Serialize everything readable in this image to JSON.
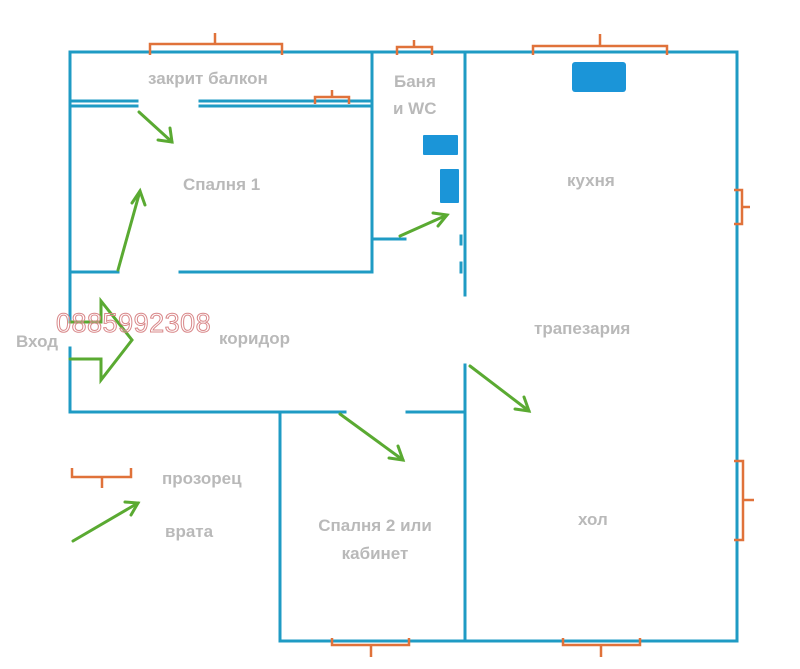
{
  "rooms": {
    "balcony": "закрит балкон",
    "bathroom_line1": "Баня",
    "bathroom_line2": "и WC",
    "bedroom1": "Спалня 1",
    "kitchen": "кухня",
    "dining": "трапезария",
    "corridor": "коридор",
    "bedroom2_line1": "Спалня 2 или",
    "bedroom2_line2": "кабинет",
    "living": "хол"
  },
  "entrance_label": "Вход",
  "watermark_phone": "0885992308",
  "legend": {
    "window_label": "прозорец",
    "door_label": "врата"
  },
  "colors": {
    "walls": "#1f9bc4",
    "windows": "#e0723a",
    "doors": "#5aaa32",
    "fixtures": "#1b95d8",
    "labels": "#b9b9b9",
    "watermark": "#d9888a"
  }
}
